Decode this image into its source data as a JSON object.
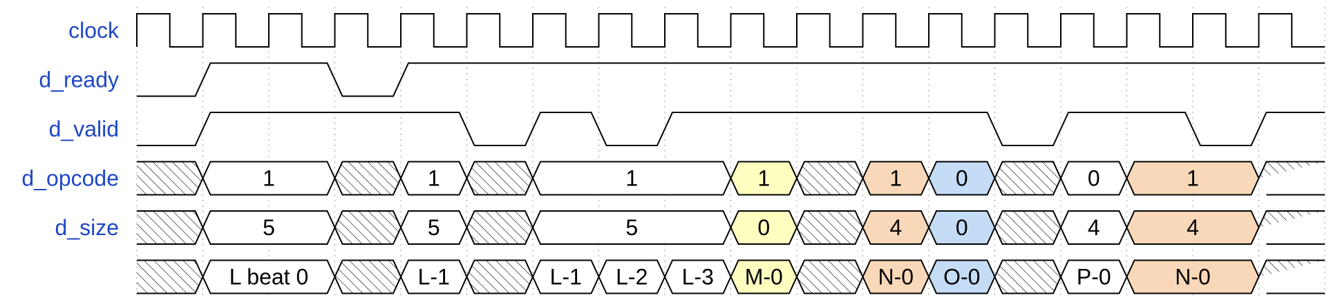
{
  "colors": {
    "label": "#1f47c6",
    "white": "#ffffff",
    "yellow": "#ffffc0",
    "orange": "#f8d8b8",
    "blue": "#c4dcf6"
  },
  "cycles": 18,
  "signals": [
    {
      "name": "clock",
      "kind": "clock"
    },
    {
      "name": "d_ready",
      "kind": "wire",
      "levels": [
        0,
        0,
        1,
        1,
        1,
        1,
        0,
        0,
        1,
        1,
        1,
        1,
        1,
        1,
        1,
        1,
        1,
        1,
        1,
        1,
        1,
        1,
        1,
        1,
        1,
        1,
        1,
        1,
        1,
        1,
        1,
        1,
        1,
        1,
        1,
        1
      ]
    },
    {
      "name": "d_valid",
      "kind": "wire",
      "levels": [
        0,
        0,
        1,
        1,
        1,
        1,
        1,
        1,
        1,
        1,
        0,
        0,
        1,
        1,
        0,
        0,
        1,
        1,
        1,
        1,
        1,
        1,
        1,
        1,
        1,
        1,
        0,
        0,
        1,
        1,
        1,
        1,
        0,
        0,
        1,
        1
      ]
    },
    {
      "name": "d_opcode",
      "kind": "bus",
      "cells": [
        {
          "start": 0,
          "end": 2,
          "value": null
        },
        {
          "start": 2,
          "end": 6,
          "value": "1",
          "color": "white"
        },
        {
          "start": 6,
          "end": 8,
          "value": null
        },
        {
          "start": 8,
          "end": 10,
          "value": "1",
          "color": "white"
        },
        {
          "start": 10,
          "end": 12,
          "value": null
        },
        {
          "start": 12,
          "end": 18,
          "value": "1",
          "color": "white"
        },
        {
          "start": 18,
          "end": 20,
          "value": "1",
          "color": "yellow"
        },
        {
          "start": 20,
          "end": 22,
          "value": null
        },
        {
          "start": 22,
          "end": 24,
          "value": "1",
          "color": "orange"
        },
        {
          "start": 24,
          "end": 26,
          "value": "0",
          "color": "blue"
        },
        {
          "start": 26,
          "end": 28,
          "value": null
        },
        {
          "start": 28,
          "end": 30,
          "value": "0",
          "color": "white"
        },
        {
          "start": 30,
          "end": 34,
          "value": "1",
          "color": "orange"
        },
        {
          "start": 34,
          "end": 36,
          "value": null
        }
      ]
    },
    {
      "name": "d_size",
      "kind": "bus",
      "cells": [
        {
          "start": 0,
          "end": 2,
          "value": null
        },
        {
          "start": 2,
          "end": 6,
          "value": "5",
          "color": "white"
        },
        {
          "start": 6,
          "end": 8,
          "value": null
        },
        {
          "start": 8,
          "end": 10,
          "value": "5",
          "color": "white"
        },
        {
          "start": 10,
          "end": 12,
          "value": null
        },
        {
          "start": 12,
          "end": 18,
          "value": "5",
          "color": "white"
        },
        {
          "start": 18,
          "end": 20,
          "value": "0",
          "color": "yellow"
        },
        {
          "start": 20,
          "end": 22,
          "value": null
        },
        {
          "start": 22,
          "end": 24,
          "value": "4",
          "color": "orange"
        },
        {
          "start": 24,
          "end": 26,
          "value": "0",
          "color": "blue"
        },
        {
          "start": 26,
          "end": 28,
          "value": null
        },
        {
          "start": 28,
          "end": 30,
          "value": "4",
          "color": "white"
        },
        {
          "start": 30,
          "end": 34,
          "value": "4",
          "color": "orange"
        },
        {
          "start": 34,
          "end": 36,
          "value": null
        }
      ]
    },
    {
      "name": "",
      "kind": "bus",
      "cells": [
        {
          "start": 0,
          "end": 2,
          "value": null
        },
        {
          "start": 2,
          "end": 6,
          "value": "L beat 0",
          "color": "white"
        },
        {
          "start": 6,
          "end": 8,
          "value": null
        },
        {
          "start": 8,
          "end": 10,
          "value": "L-1",
          "color": "white"
        },
        {
          "start": 10,
          "end": 12,
          "value": null
        },
        {
          "start": 12,
          "end": 14,
          "value": "L-1",
          "color": "white"
        },
        {
          "start": 14,
          "end": 16,
          "value": "L-2",
          "color": "white"
        },
        {
          "start": 16,
          "end": 18,
          "value": "L-3",
          "color": "white"
        },
        {
          "start": 18,
          "end": 20,
          "value": "M-0",
          "color": "yellow"
        },
        {
          "start": 20,
          "end": 22,
          "value": null
        },
        {
          "start": 22,
          "end": 24,
          "value": "N-0",
          "color": "orange"
        },
        {
          "start": 24,
          "end": 26,
          "value": "O-0",
          "color": "blue"
        },
        {
          "start": 26,
          "end": 28,
          "value": null
        },
        {
          "start": 28,
          "end": 30,
          "value": "P-0",
          "color": "white"
        },
        {
          "start": 30,
          "end": 34,
          "value": "N-0",
          "color": "orange"
        },
        {
          "start": 34,
          "end": 36,
          "value": null
        }
      ]
    }
  ]
}
